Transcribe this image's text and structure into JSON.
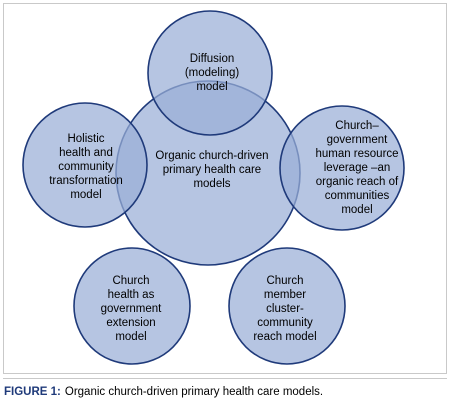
{
  "diagram": {
    "center": "Organic church-driven\nprimary health care\nmodels",
    "nodes": [
      {
        "id": "diffusion",
        "text": "Diffusion\n(modeling)\nmodel"
      },
      {
        "id": "holistic",
        "text": "Holistic\nhealth and\ncommunity\ntransformation\nmodel"
      },
      {
        "id": "leverage",
        "text": "Church–\ngovernment\nhuman resource\nleverage –an\norganic reach of\ncommunities\nmodel"
      },
      {
        "id": "extension",
        "text": "Church\nhealth as\ngovernment\nextension\nmodel"
      },
      {
        "id": "cluster",
        "text": "Church\nmember\ncluster-\ncommunity\nreach model"
      }
    ]
  },
  "caption": {
    "lead": "FIGURE 1:",
    "text": "Organic church-driven primary health care models."
  },
  "colors": {
    "circle_fill": "#9aafd7",
    "circle_stroke": "#1f3a7a",
    "caption_lead": "#1f3a7a"
  }
}
